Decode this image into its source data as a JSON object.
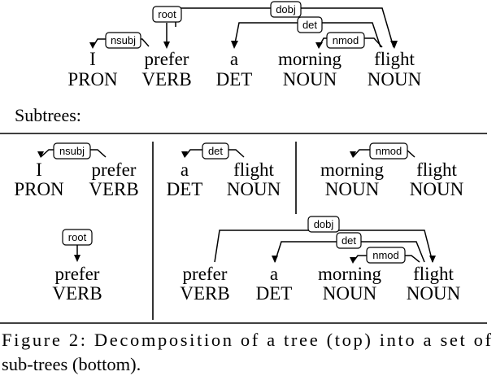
{
  "main_tree": {
    "tokens": [
      {
        "word": "I",
        "pos": "PRON"
      },
      {
        "word": "prefer",
        "pos": "VERB"
      },
      {
        "word": "a",
        "pos": "DET"
      },
      {
        "word": "morning",
        "pos": "NOUN"
      },
      {
        "word": "flight",
        "pos": "NOUN"
      }
    ],
    "arcs": [
      {
        "label": "root"
      },
      {
        "label": "nsubj"
      },
      {
        "label": "dobj"
      },
      {
        "label": "det"
      },
      {
        "label": "nmod"
      }
    ]
  },
  "subtrees_heading": "Subtrees:",
  "subtrees": [
    {
      "tokens": [
        {
          "word": "I",
          "pos": "PRON"
        },
        {
          "word": "prefer",
          "pos": "VERB"
        }
      ],
      "arcs": [
        {
          "label": "nsubj"
        }
      ]
    },
    {
      "tokens": [
        {
          "word": "a",
          "pos": "DET"
        },
        {
          "word": "flight",
          "pos": "NOUN"
        }
      ],
      "arcs": [
        {
          "label": "det"
        }
      ]
    },
    {
      "tokens": [
        {
          "word": "morning",
          "pos": "NOUN"
        },
        {
          "word": "flight",
          "pos": "NOUN"
        }
      ],
      "arcs": [
        {
          "label": "nmod"
        }
      ]
    },
    {
      "tokens": [
        {
          "word": "prefer",
          "pos": "VERB"
        }
      ],
      "arcs": [
        {
          "label": "root"
        }
      ]
    },
    {
      "tokens": [
        {
          "word": "prefer",
          "pos": "VERB"
        },
        {
          "word": "a",
          "pos": "DET"
        },
        {
          "word": "morning",
          "pos": "NOUN"
        },
        {
          "word": "flight",
          "pos": "NOUN"
        }
      ],
      "arcs": [
        {
          "label": "dobj"
        },
        {
          "label": "det"
        },
        {
          "label": "nmod"
        }
      ]
    }
  ],
  "caption_line1": "Figure 2: Decomposition of a tree (top) into a set of",
  "caption_line2": "sub-trees (bottom)."
}
